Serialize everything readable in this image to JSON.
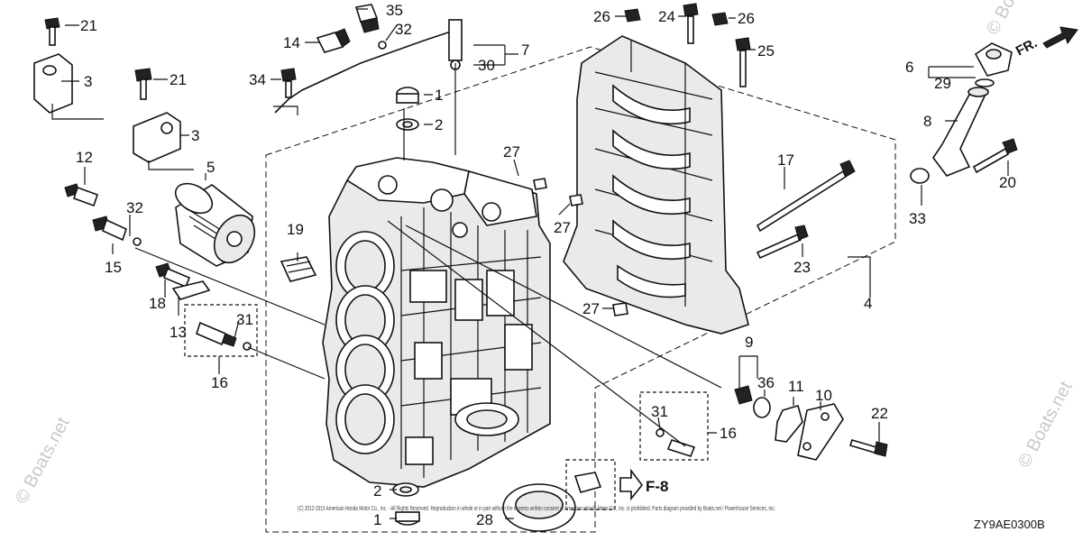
{
  "watermark": {
    "left": "© Boats.net",
    "right": "© Boats.net",
    "top_right": "© Bo"
  },
  "direction_label": "FR.",
  "cross_reference": "F-8",
  "diagram_code": "ZY9AE0300B",
  "copyright_note": "(C) 2012-2015 American Honda Motor Co., Inc. - All Rights Reserved. Reproduction in whole or in part without the express written consent of American Honda Motor Co., Inc. is prohibited. Parts diagram provided by Boats.net / Powerhouse Services, Inc.",
  "part_numbers": [
    "1",
    "2",
    "3",
    "4",
    "5",
    "6",
    "7",
    "8",
    "9",
    "10",
    "11",
    "12",
    "13",
    "14",
    "15",
    "16",
    "17",
    "18",
    "19",
    "20",
    "21",
    "22",
    "23",
    "24",
    "25",
    "26",
    "27",
    "28",
    "29",
    "30",
    "31",
    "32",
    "33",
    "34",
    "35",
    "36"
  ],
  "callouts": {
    "c21a": "21",
    "c3a": "3",
    "c21b": "21",
    "c3b": "3",
    "c12": "12",
    "c5": "5",
    "c32a": "32",
    "c15": "15",
    "c18": "18",
    "c13": "13",
    "c31a": "31",
    "c16a": "16",
    "c14": "14",
    "c35": "35",
    "c32b": "32",
    "c34": "34",
    "c7": "7",
    "c30": "30",
    "c1a": "1",
    "c2a": "2",
    "c19": "19",
    "c27a": "27",
    "c27b": "27",
    "c27c": "27",
    "c26a": "26",
    "c24": "24",
    "c26b": "26",
    "c25": "25",
    "c17": "17",
    "c23": "23",
    "c4": "4",
    "c6": "6",
    "c29": "29",
    "c8": "8",
    "c20": "20",
    "c33": "33",
    "c9": "9",
    "c36": "36",
    "c11": "11",
    "c10": "10",
    "c22": "22",
    "c31b": "31",
    "c16b": "16",
    "c2b": "2",
    "c1b": "1",
    "c28": "28"
  }
}
